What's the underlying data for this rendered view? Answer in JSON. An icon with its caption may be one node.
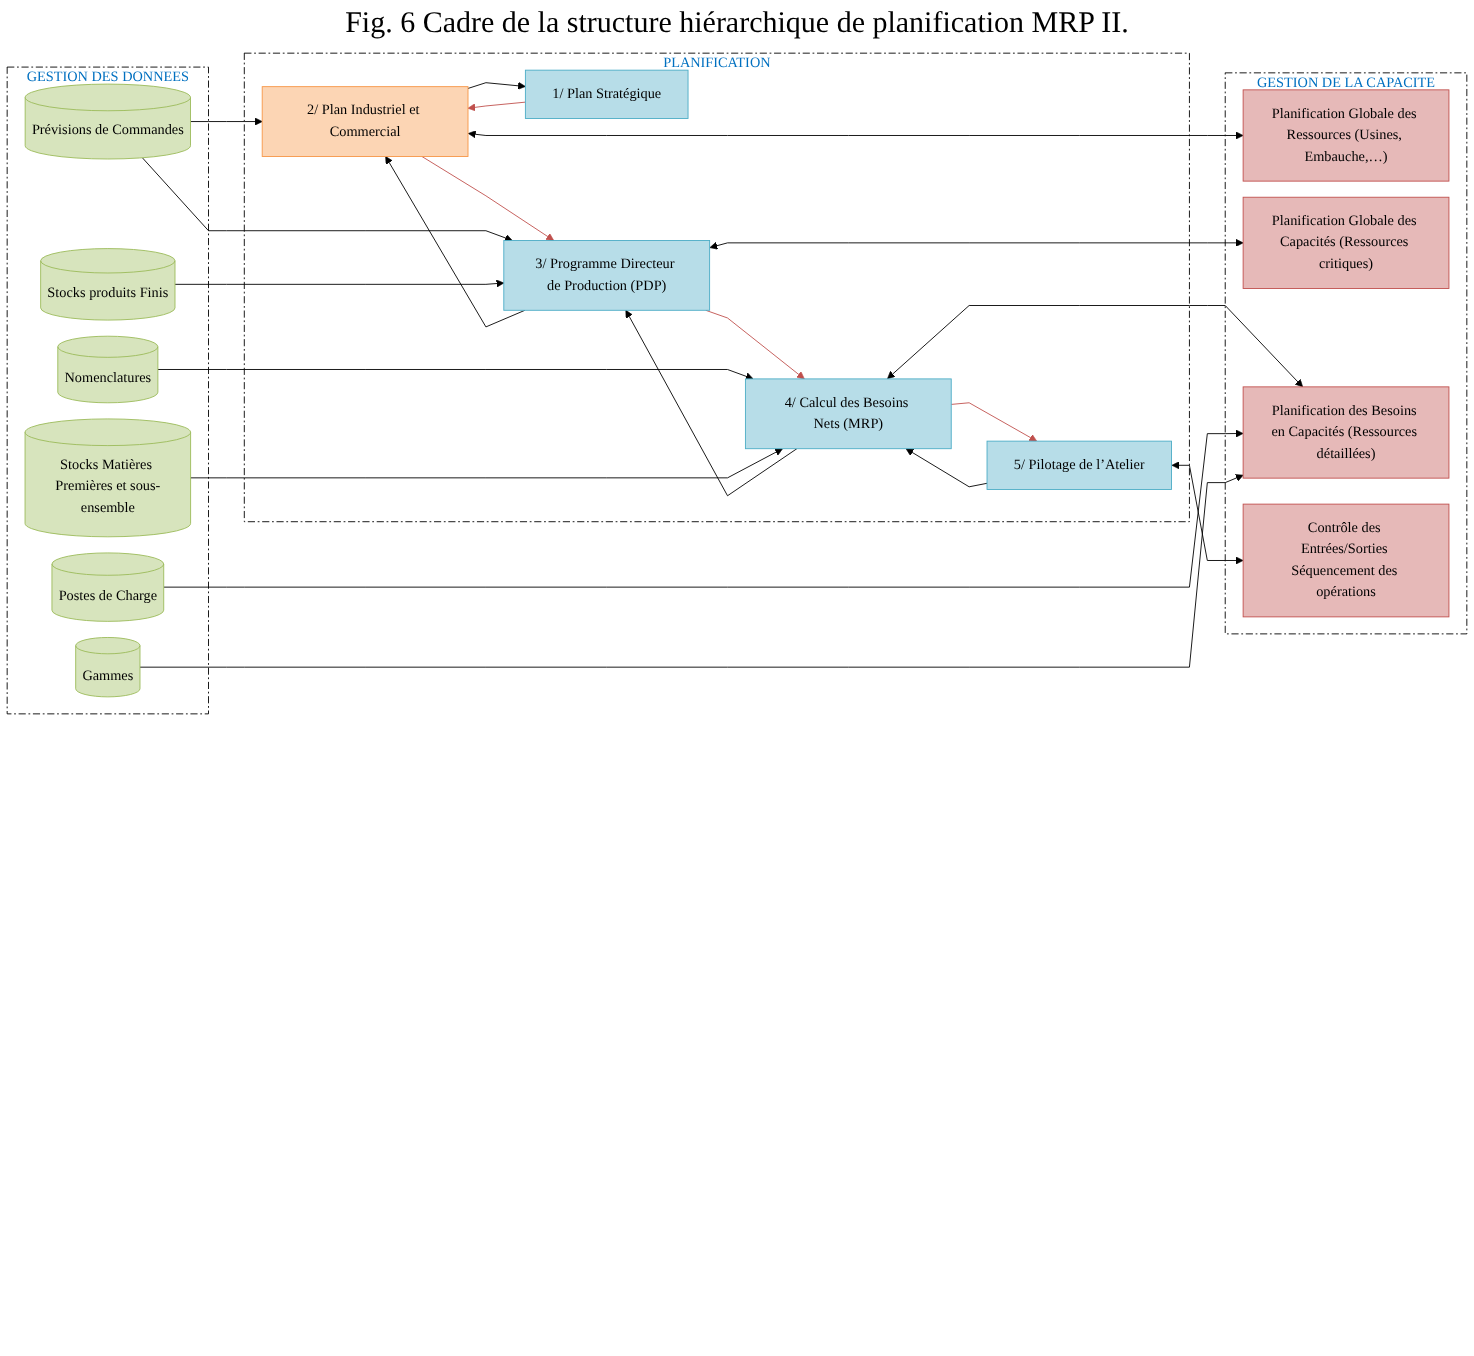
{
  "diagram": {
    "title": "Fig. 6 Cadre de la structure hiérarchique de planification MRP II.",
    "nodes": [
      {
        "text": [
          "GESTION DES DONNEES"
        ]
      },
      {
        "text": [
          "PLANIFICATION"
        ]
      },
      {
        "text": [
          "GESTION DE LA CAPACITE"
        ]
      },
      {
        "text": [
          "Prévisions de Commandes"
        ],
        "in": 0
      },
      {
        "text": [
          "Stocks produits Finis"
        ],
        "in": 0
      },
      {
        "text": [
          "Nomenclatures"
        ],
        "in": 0
      },
      {
        "text": [
          "Stocks Matières Premières et sous-ensemble"
        ],
        "in": 0
      },
      {
        "text": [
          "Postes de Charge"
        ],
        "in": 0
      },
      {
        "text": [
          "Gammes"
        ],
        "in": 0
      },
      {
        "text": [
          "1/ Plan Stratégique"
        ],
        "in": 1
      },
      {
        "text": [
          "2/ Plan Industriel et Commercial"
        ],
        "in": 1
      },
      {
        "text": [
          "3/ Programme Directeur de Production (PDP)"
        ],
        "in": 1
      },
      {
        "text": [
          "4/ Calcul des Besoins Nets (MRP)"
        ],
        "in": 1
      },
      {
        "text": [
          "5/ Pilotage de l’Atelier"
        ],
        "in": 1
      },
      {
        "text": [
          "Planification Globale des Ressources (Usines, Embauche,…)"
        ],
        "in": 2
      },
      {
        "text": [
          "Planification Globale des Capacités (Ressources critiques)"
        ],
        "in": 2
      },
      {
        "text": [
          "Planification des Besoins en Capacités (Ressources détaillées)"
        ],
        "in": 2
      },
      {
        "text": [
          "Contrôle des Entrées/Sorties Séquencement des opérations"
        ],
        "in": 2
      }
    ],
    "edges": [
      {
        "from": 9,
        "to": 10,
        "arrow": "to",
        "color": "#c0504d"
      },
      {
        "from": 10,
        "to": 11,
        "arrow": "to",
        "color": "#c0504d"
      },
      {
        "from": 11,
        "to": 12,
        "arrow": "to",
        "color": "#c0504d"
      },
      {
        "from": 12,
        "to": 13,
        "arrow": "to",
        "color": "#c0504d"
      },
      {
        "from": 3,
        "to": 10,
        "arrow": "to"
      },
      {
        "from": 3,
        "to": 11,
        "arrow": "to"
      },
      {
        "from": 4,
        "to": 11,
        "arrow": "to"
      },
      {
        "from": 5,
        "to": 12,
        "arrow": "to"
      },
      {
        "from": 6,
        "to": 12,
        "arrow": "to"
      },
      {
        "from": 10,
        "to": 9,
        "arrow": "to"
      },
      {
        "from": 10,
        "to": 14,
        "arrow": "both"
      },
      {
        "from": 11,
        "to": 10,
        "arrow": "to"
      },
      {
        "from": 11,
        "to": 15,
        "arrow": "both"
      },
      {
        "from": 12,
        "to": 11,
        "arrow": "to"
      },
      {
        "from": 12,
        "to": 16,
        "arrow": "both"
      },
      {
        "from": 13,
        "to": 12,
        "arrow": "to"
      },
      {
        "from": 13,
        "to": 17,
        "arrow": "both"
      },
      {
        "from": 7,
        "to": 16,
        "arrow": "to"
      },
      {
        "from": 8,
        "to": 16,
        "arrow": "to"
      }
    ]
  }
}
